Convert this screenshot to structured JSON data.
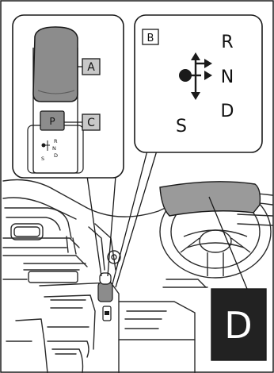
{
  "callouts": {
    "a": "A",
    "b": "B",
    "c": "C",
    "d": "D"
  },
  "shift_knob_label": "P",
  "shift_pattern": {
    "r": "R",
    "n": "N",
    "d": "D",
    "s": "S"
  },
  "colors": {
    "outline": "#1a1a1a",
    "knob_gray": "#8c8c8c",
    "display_gray": "#9a9a9a",
    "light_gray": "#c8c8c8",
    "callout_d_bg": "#222222",
    "callout_d_text": "#ffffff"
  }
}
